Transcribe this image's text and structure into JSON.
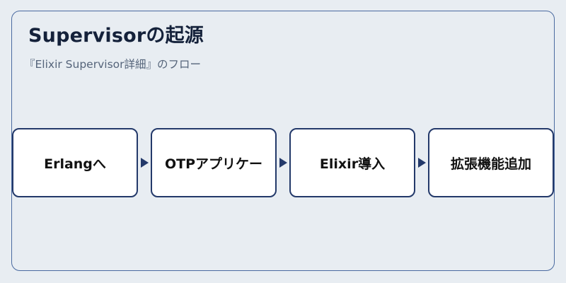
{
  "title": "Supervisorの起源",
  "subtitle": "『Elixir Supervisor詳細』のフロー",
  "steps": [
    {
      "label": "Erlangへ"
    },
    {
      "label": "OTPアプリケー"
    },
    {
      "label": "Elixir導入"
    },
    {
      "label": "拡張機能追加"
    }
  ],
  "colors": {
    "background": "#e8edf2",
    "frame_border": "#4a6aa0",
    "box_border": "#23396a",
    "box_fill": "#ffffff",
    "title_text": "#14213a",
    "subtitle_text": "#55647a"
  }
}
